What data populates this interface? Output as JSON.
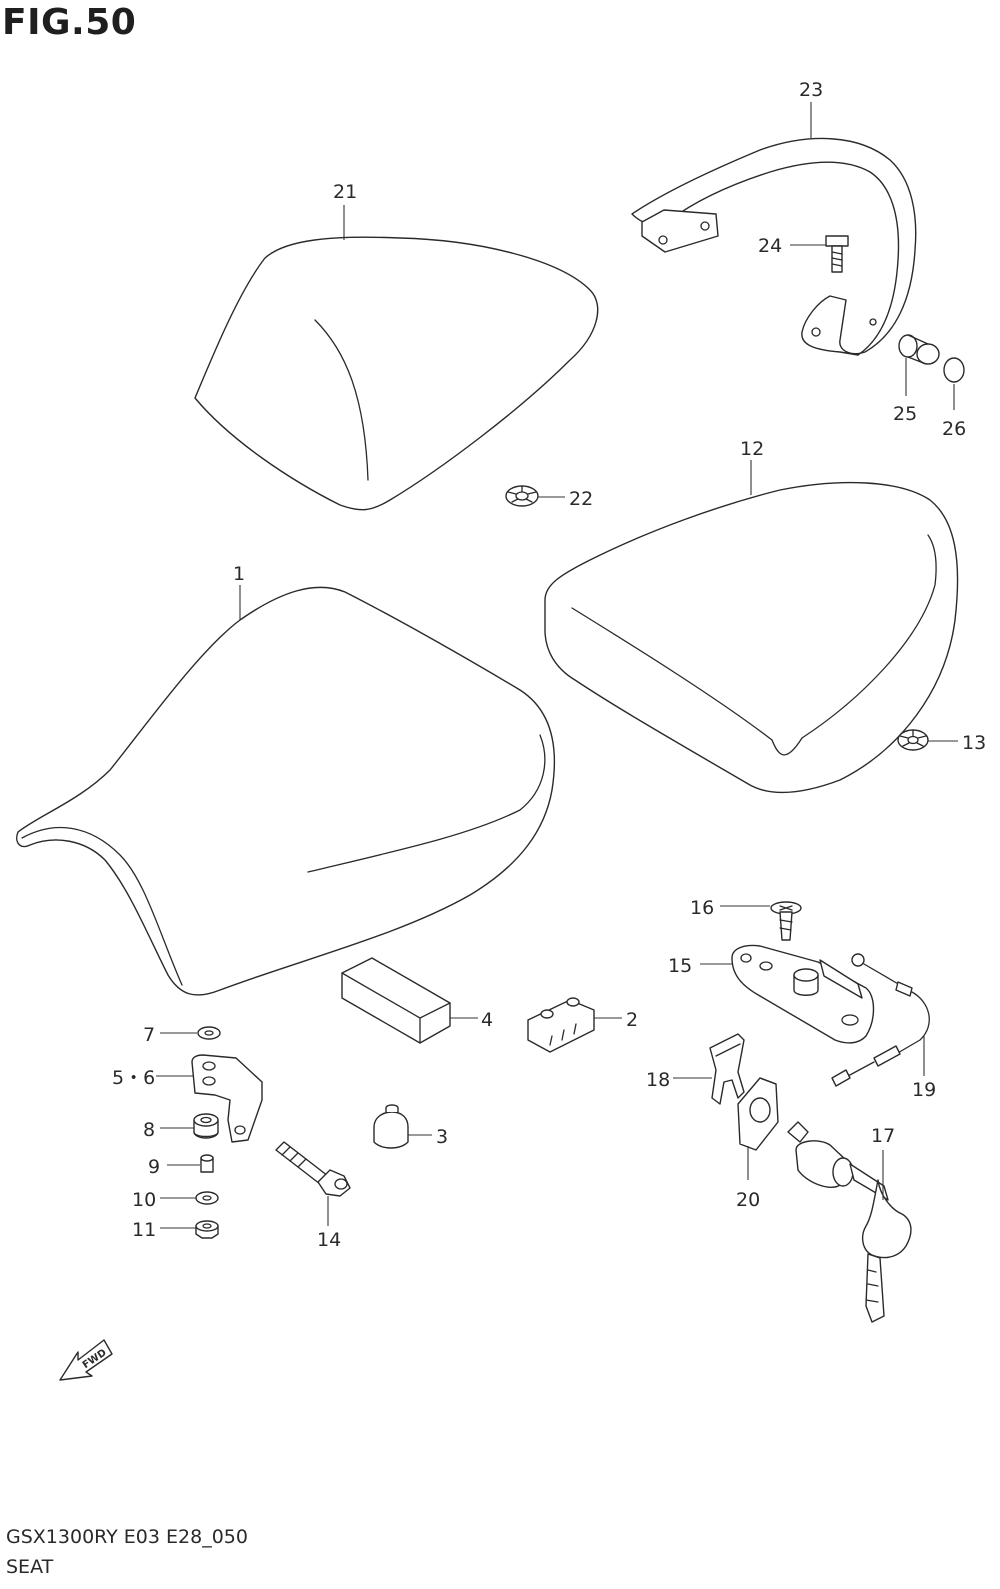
{
  "figure": {
    "title": "FIG.50",
    "model_code": "GSX1300RY E03 E28_050",
    "section_name": "SEAT"
  },
  "callouts": {
    "c1": "1",
    "c2": "2",
    "c3": "3",
    "c4": "4",
    "c56": "5・6",
    "c7": "7",
    "c8": "8",
    "c9": "9",
    "c10": "10",
    "c11": "11",
    "c12": "12",
    "c13": "13",
    "c14": "14",
    "c15": "15",
    "c16": "16",
    "c17": "17",
    "c18": "18",
    "c19": "19",
    "c20": "20",
    "c21": "21",
    "c22": "22",
    "c23": "23",
    "c24": "24",
    "c25": "25",
    "c26": "26"
  },
  "direction_marker": {
    "label": "FWD",
    "icon": "forward-arrow-icon"
  }
}
